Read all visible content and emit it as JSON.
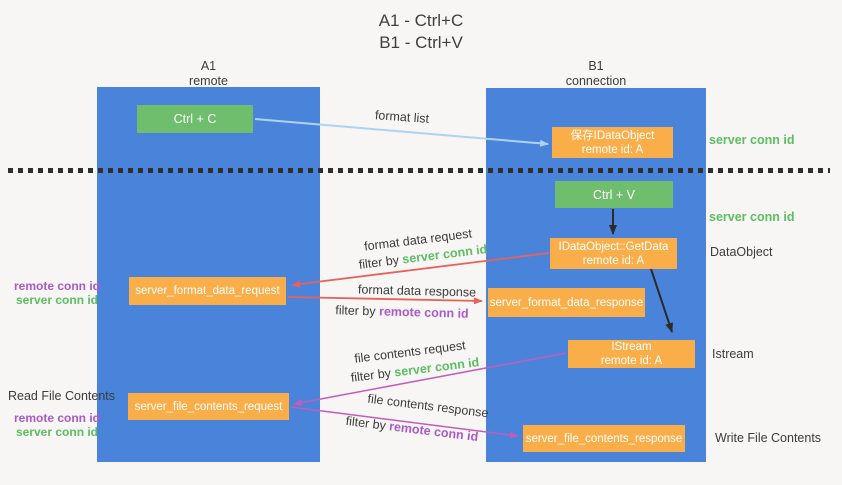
{
  "title": {
    "line1": "A1 - Ctrl+C",
    "line2": "B1 - Ctrl+V"
  },
  "machines": {
    "a": {
      "id": "A1",
      "role": "remote"
    },
    "b": {
      "id": "B1",
      "role": "connection"
    }
  },
  "nodes": {
    "ctrl_c": "Ctrl + C",
    "ctrl_v": "Ctrl + V",
    "save_idataobject": {
      "line1": "保存IDataObject",
      "line2": "remote id: A"
    },
    "getdata": {
      "line1": "IDataObject::GetData",
      "line2": "remote id: A"
    },
    "istream": {
      "line1": "IStream",
      "line2": "remote id: A"
    },
    "server_format_data_request": "server_format_data_request",
    "server_format_data_response": "server_format_data_response",
    "server_file_contents_request": "server_file_contents_request",
    "server_file_contents_response": "server_file_contents_response"
  },
  "arrow_labels": {
    "format_list": "format list",
    "format_data_request": "format data request",
    "format_data_response": "format data response",
    "file_contents_request": "file contents request",
    "file_contents_response": "file contents response",
    "filter_by": "filter by",
    "server_conn_id": "server conn id",
    "remote_conn_id": "remote conn id"
  },
  "side_labels": {
    "server_conn_id": "server conn id",
    "remote_conn_id": "remote conn id",
    "dataobject": "DataObject",
    "istream": "Istream",
    "read_file_contents": "Read File Contents",
    "write_file_contents": "Write File Contents"
  },
  "colors": {
    "column_blue": "#4a84da",
    "node_green": "#6fbe6e",
    "node_orange": "#f9ae49",
    "server_conn_id_green": "#5cbd62",
    "remote_conn_id_purple": "#a85ac8",
    "request_arrow_red": "#e7625c",
    "file_arrow_magenta": "#c25cba",
    "format_list_arrow_blue": "#aed3f2",
    "black_arrow": "#2b2b2b"
  }
}
